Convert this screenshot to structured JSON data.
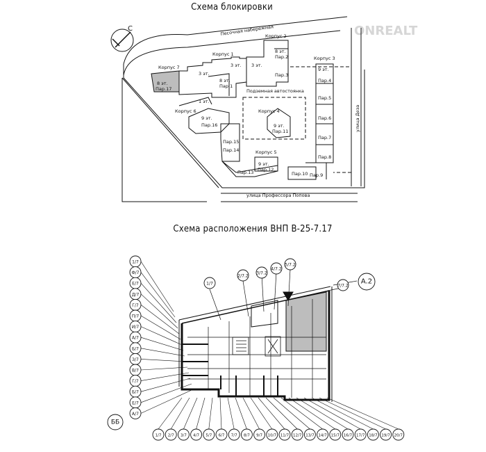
{
  "titles": {
    "block_scheme": "Схема блокировки",
    "location_scheme": "Схема расположения ВНП В-25-7.17"
  },
  "watermark": "ONREALT",
  "north_label": "С",
  "streets": {
    "embankment": "Песочная набережная",
    "dezha": "улица Деза",
    "popova": "улица Профессора Попова"
  },
  "parking_label": "Подземная автостоянка",
  "buildings": [
    {
      "id": "k1",
      "label": "Корпус 1"
    },
    {
      "id": "k2",
      "label": "Корпус 2"
    },
    {
      "id": "k3",
      "label": "Корпус 3"
    },
    {
      "id": "k4",
      "label": "Корпус 4"
    },
    {
      "id": "k5",
      "label": "Корпус 5"
    },
    {
      "id": "k6",
      "label": "Корпус 6"
    },
    {
      "id": "k7",
      "label": "Корпус 7"
    }
  ],
  "floors": {
    "f3": "3 эт.",
    "f8": "8 эт.",
    "f9": "9 эт.",
    "f1": "1 эт."
  },
  "entrances": [
    "Пар.1",
    "Пар.2",
    "Пар.3",
    "Пар.4",
    "Пар.5",
    "Пар.6",
    "Пар.7",
    "Пар.8",
    "Пар.9",
    "Пар.10",
    "Пар.11",
    "Пар.12",
    "Пар.13",
    "Пар.14",
    "Пар.15",
    "Пар.16",
    "Пар.17"
  ],
  "grid": {
    "corner_mark": "A.2",
    "bottom_left_mark": "ББ",
    "top_axes": [
      "1/7",
      "2/7.2",
      "3/7.2",
      "4/7.2",
      "5/7.2",
      "7/7.2"
    ],
    "left_axes": [
      "1/7",
      "Ф/7",
      "Е/7",
      "Д/7",
      "Г/7",
      "П/7",
      "И/7",
      "А/7",
      "Б/7",
      "З/7",
      "В/7",
      "Г/7",
      "Б/7",
      "Е/7",
      "А/7"
    ],
    "bottom_axes": [
      "1/7",
      "2/7",
      "3/7",
      "4/7",
      "5/7",
      "6/7",
      "7/7",
      "8/7",
      "9/7",
      "10/7",
      "11/7",
      "12/7",
      "13/7",
      "14/7",
      "15/7",
      "16/7",
      "17/7",
      "18/7",
      "19/7",
      "20/7"
    ]
  }
}
